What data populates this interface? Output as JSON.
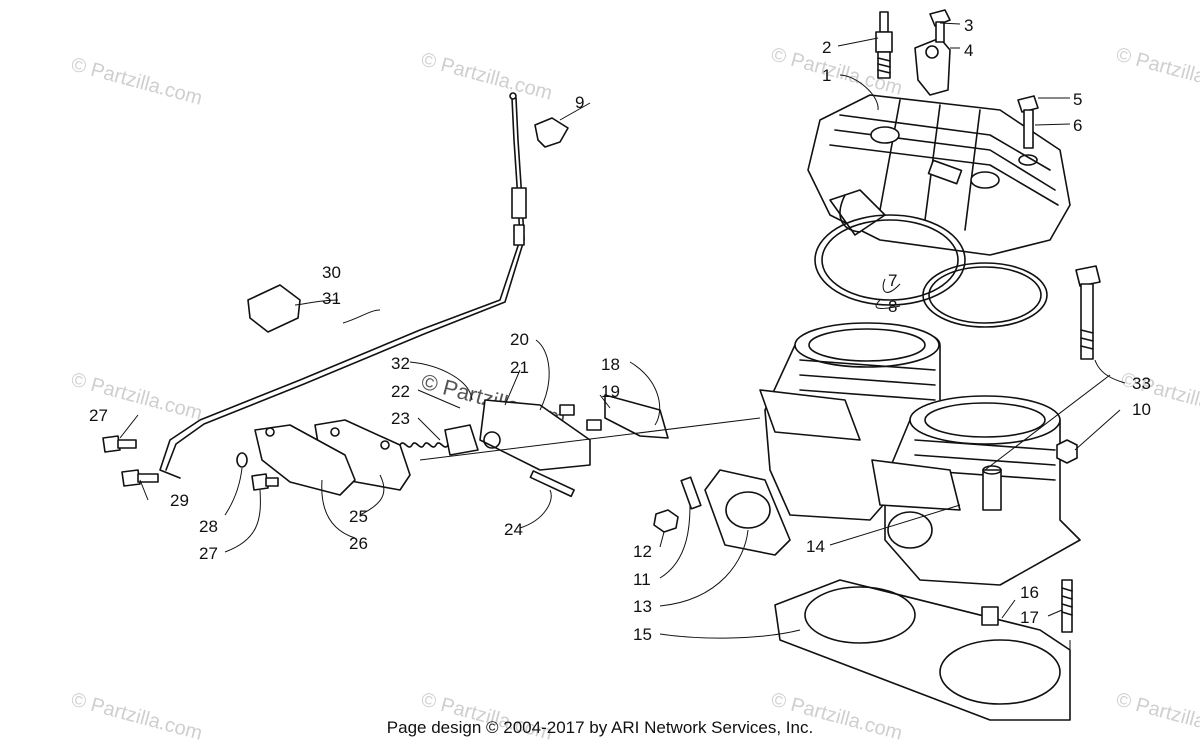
{
  "watermark_text": "© Partzilla.com",
  "footer_text": "Page design © 2004-2017 by ARI Network Services, Inc.",
  "callouts": [
    "1",
    "2",
    "3",
    "4",
    "5",
    "6",
    "7",
    "8",
    "9",
    "10",
    "11",
    "12",
    "13",
    "14",
    "15",
    "16",
    "17",
    "18",
    "19",
    "20",
    "21",
    "22",
    "23",
    "24",
    "25",
    "26",
    "27",
    "27",
    "28",
    "29",
    "30",
    "31",
    "32",
    "33"
  ]
}
